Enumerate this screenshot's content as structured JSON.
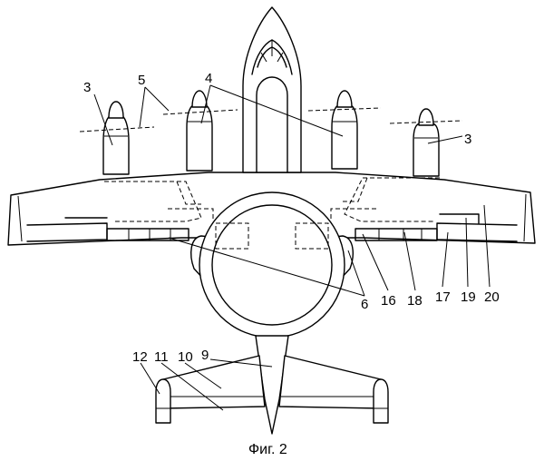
{
  "figure": {
    "caption": "Фиг. 2",
    "labels": [
      {
        "id": "l3a",
        "text": "3"
      },
      {
        "id": "l5",
        "text": "5"
      },
      {
        "id": "l4",
        "text": "4"
      },
      {
        "id": "l3b",
        "text": "3"
      },
      {
        "id": "l6",
        "text": "6"
      },
      {
        "id": "l16",
        "text": "16"
      },
      {
        "id": "l18",
        "text": "18"
      },
      {
        "id": "l17",
        "text": "17"
      },
      {
        "id": "l19",
        "text": "19"
      },
      {
        "id": "l20",
        "text": "20"
      },
      {
        "id": "l12",
        "text": "12"
      },
      {
        "id": "l11",
        "text": "11"
      },
      {
        "id": "l10",
        "text": "10"
      },
      {
        "id": "l9",
        "text": "9"
      }
    ]
  }
}
